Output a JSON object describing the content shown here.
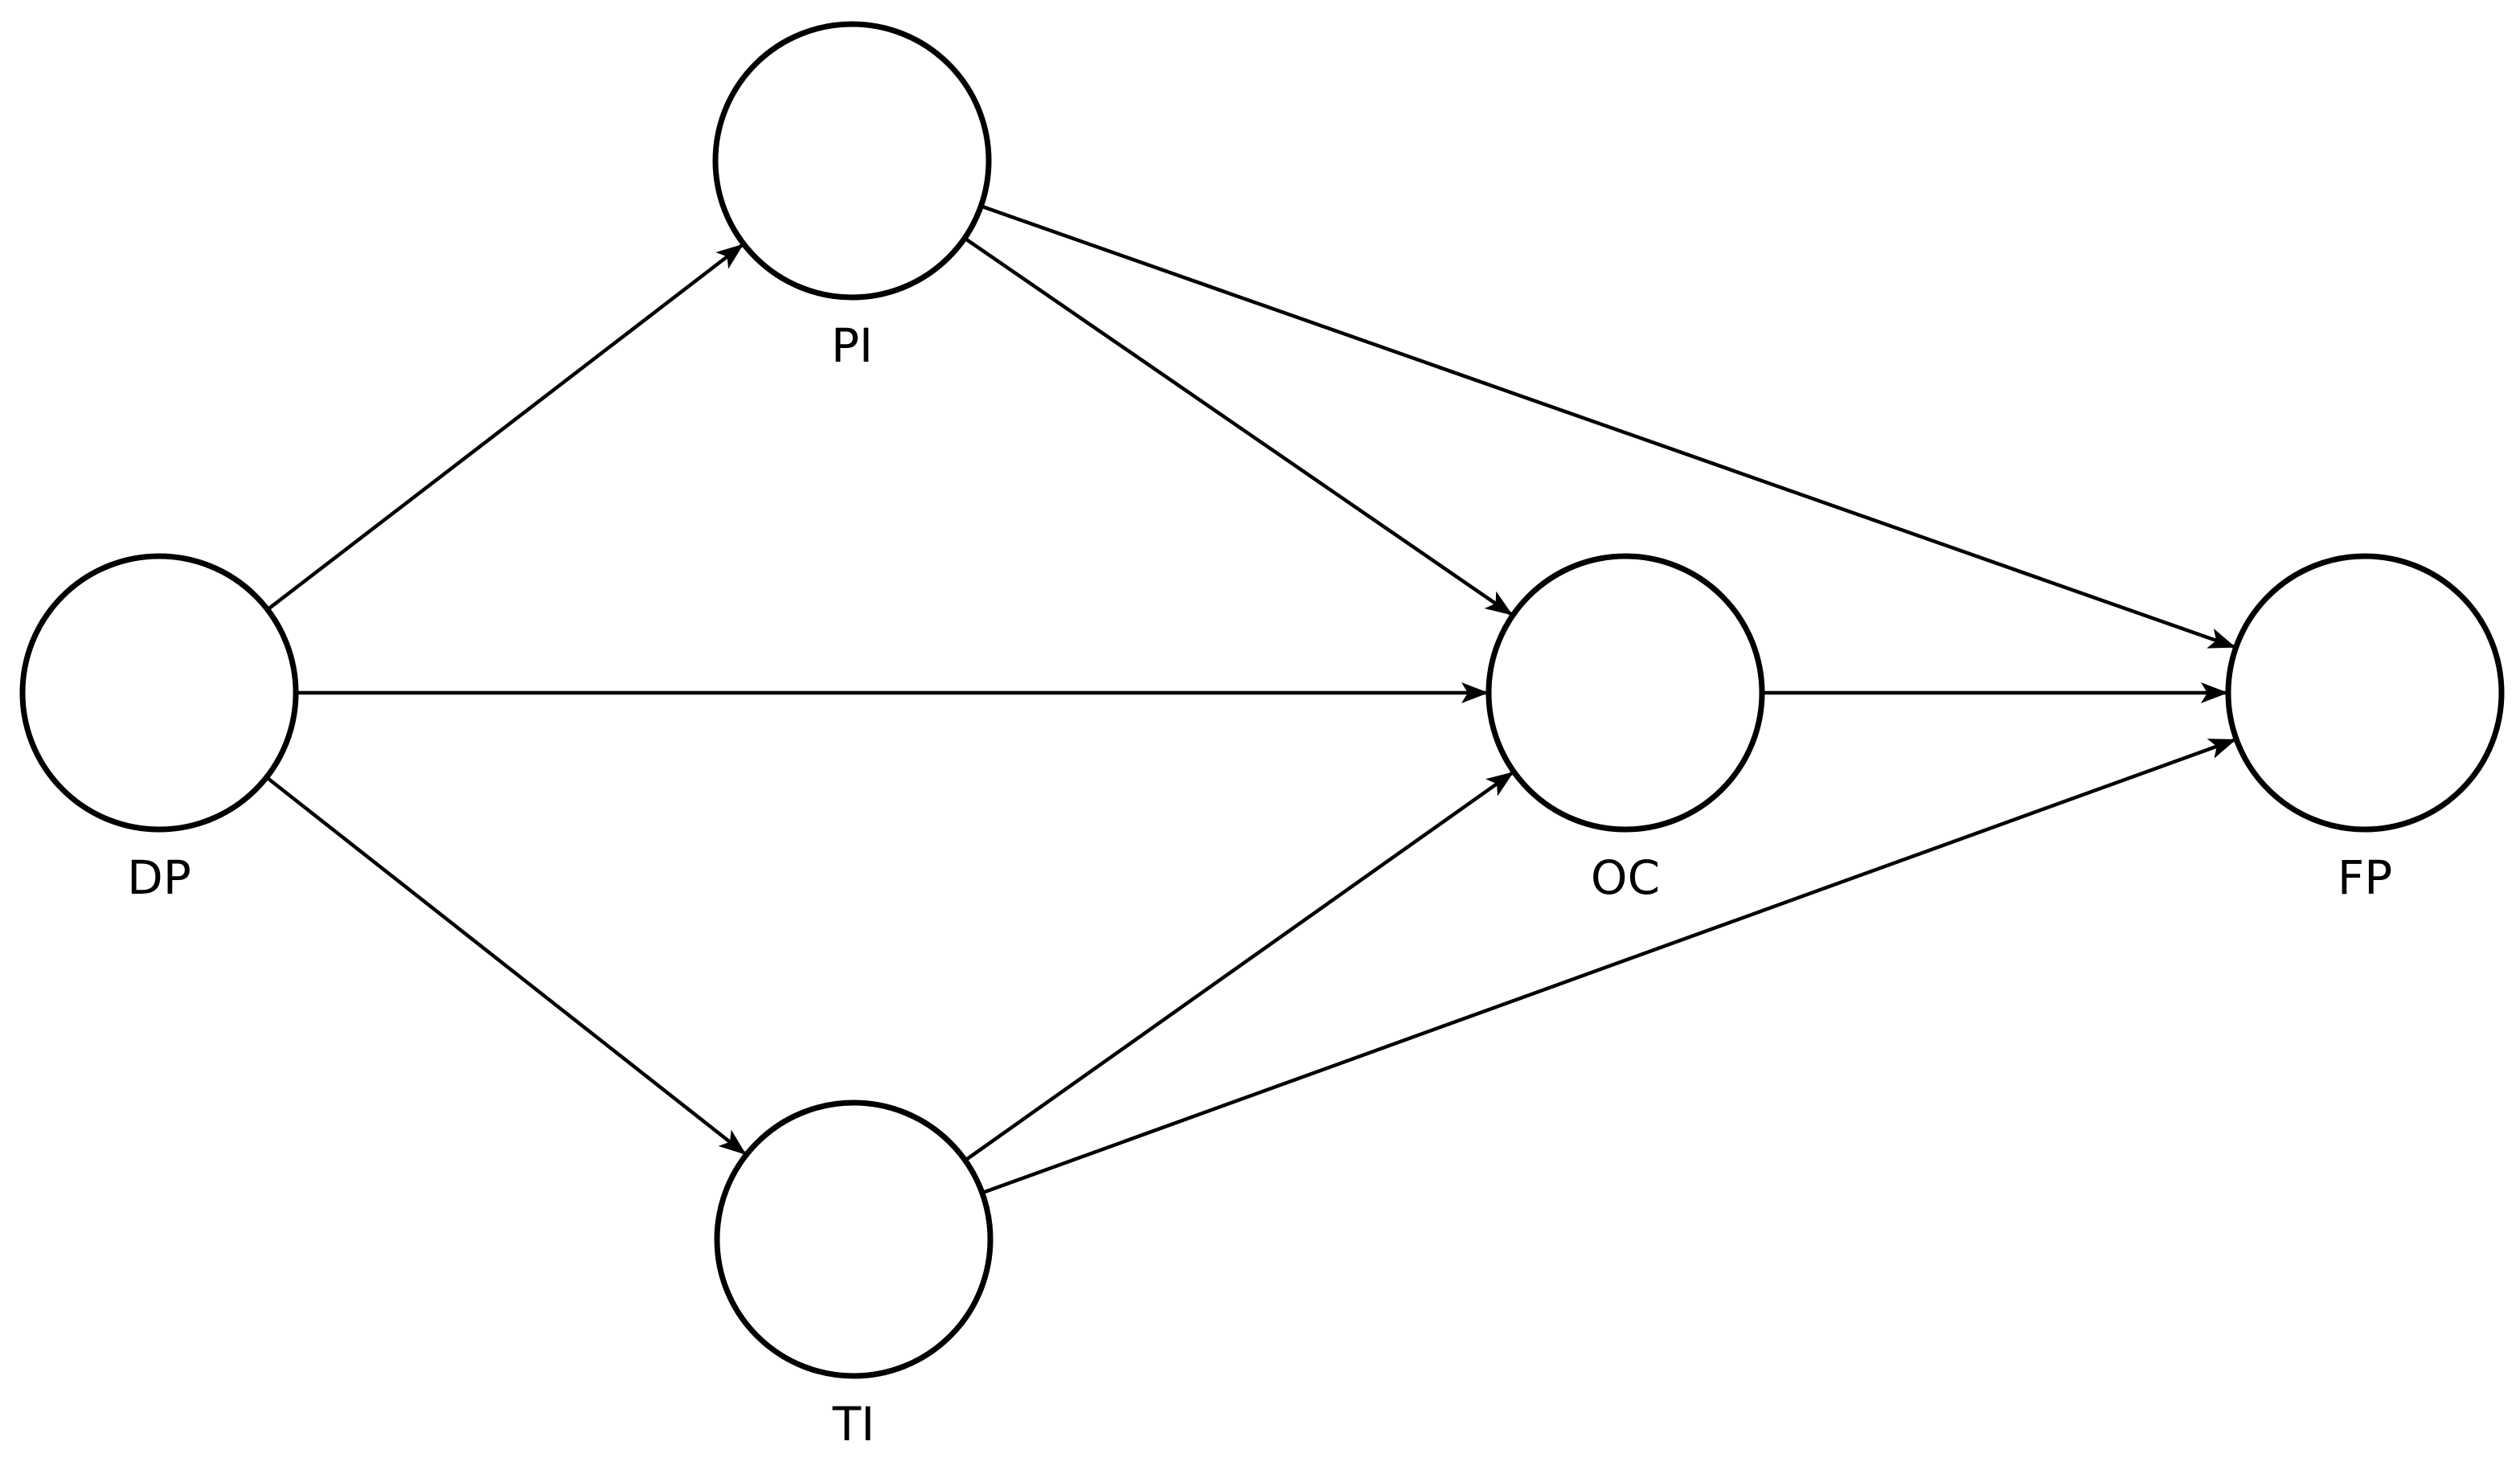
{
  "nodes": [
    {
      "id": "PI",
      "label": "PI"
    },
    {
      "id": "DP",
      "label": "DP"
    },
    {
      "id": "OC",
      "label": "OC"
    },
    {
      "id": "FP",
      "label": "FP"
    },
    {
      "id": "TI",
      "label": "TI"
    }
  ],
  "edges": [
    {
      "from": "DP",
      "to": "PI"
    },
    {
      "from": "DP",
      "to": "OC"
    },
    {
      "from": "DP",
      "to": "TI"
    },
    {
      "from": "PI",
      "to": "OC"
    },
    {
      "from": "PI",
      "to": "FP"
    },
    {
      "from": "TI",
      "to": "OC"
    },
    {
      "from": "TI",
      "to": "FP"
    },
    {
      "from": "OC",
      "to": "FP"
    }
  ],
  "colors": {
    "stroke": "#000000",
    "node_fill": "#ffffff",
    "background": "#ffffff"
  }
}
